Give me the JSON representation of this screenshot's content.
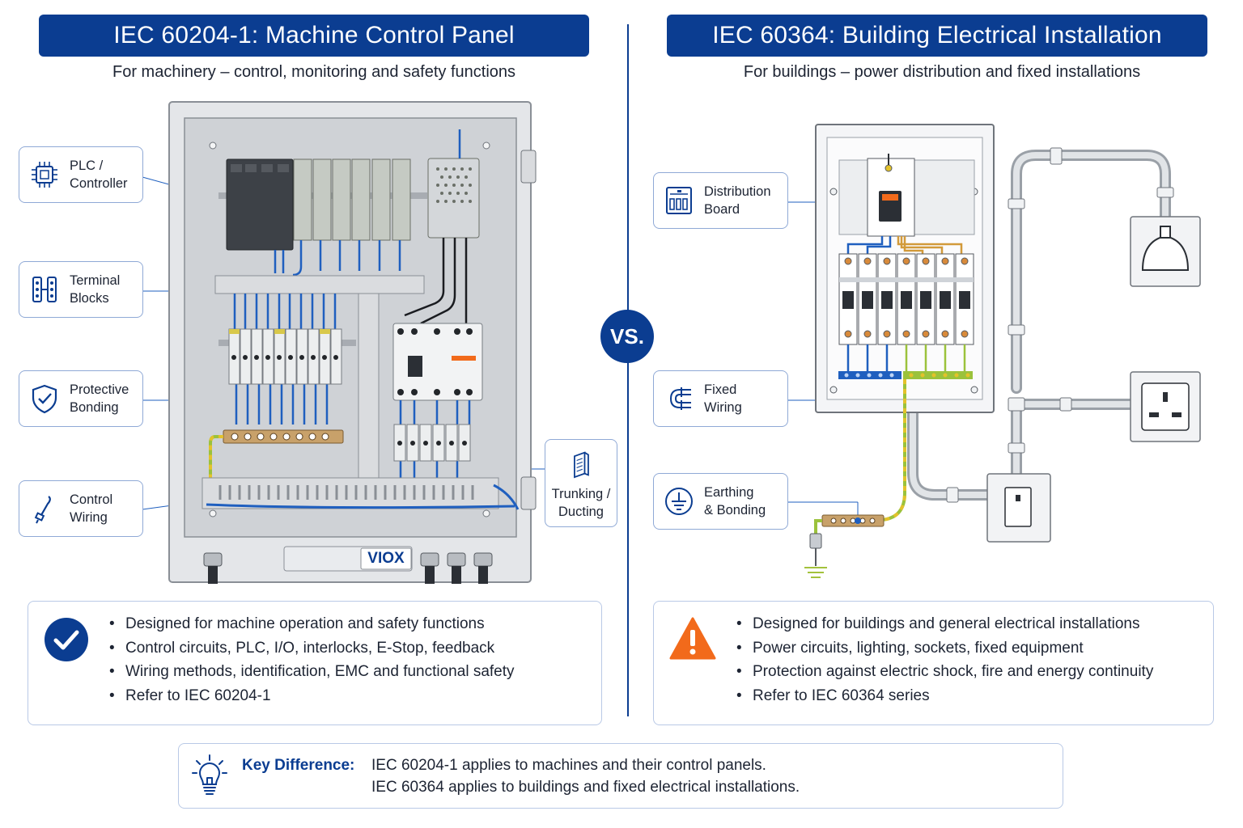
{
  "left": {
    "title": "IEC 60204-1: Machine Control Panel",
    "subtitle": "For machinery – control, monitoring and safety functions",
    "callouts": [
      {
        "line1": "PLC /",
        "line2": "Controller",
        "icon": "chip-icon"
      },
      {
        "line1": "Terminal",
        "line2": "Blocks",
        "icon": "terminal-block-icon"
      },
      {
        "line1": "Protective",
        "line2": "Bonding",
        "icon": "shield-check-icon"
      },
      {
        "line1": "Control",
        "line2": "Wiring",
        "icon": "cable-icon"
      },
      {
        "line1": "Trunking /",
        "line2": "Ducting",
        "icon": "duct-icon"
      }
    ],
    "brand": "VIOX",
    "bullets": [
      "Designed for machine operation and safety functions",
      "Control circuits, PLC, I/O, interlocks, E-Stop, feedback",
      "Wiring methods, identification, EMC and functional safety",
      "Refer to IEC 60204-1"
    ],
    "status_icon": "checkmark-circle-icon"
  },
  "right": {
    "title": "IEC 60364: Building Electrical Installation",
    "subtitle": "For buildings – power distribution and fixed installations",
    "callouts": [
      {
        "line1": "Distribution",
        "line2": "Board",
        "icon": "distribution-board-icon"
      },
      {
        "line1": "Fixed",
        "line2": "Wiring",
        "icon": "conduit-icon"
      },
      {
        "line1": "Earthing",
        "line2": "& Bonding",
        "icon": "earth-icon"
      }
    ],
    "bullets": [
      "Designed for buildings and general electrical installations",
      "Power circuits, lighting, sockets, fixed equipment",
      "Protection against electric shock, fire and energy continuity",
      "Refer to IEC 60364 series"
    ],
    "status_icon": "warning-triangle-icon"
  },
  "vs_label": "VS.",
  "key_difference": {
    "title": "Key Difference:",
    "line1": "IEC 60204-1 applies to machines and their control panels.",
    "line2": "IEC 60364 applies to buildings and fixed electrical installations.",
    "icon": "lightbulb-icon"
  },
  "colors": {
    "brand_blue": "#0b3d91",
    "warning_orange": "#f26a1b",
    "wire_blue": "#1f5fbf",
    "earth_green": "#9bc23c",
    "earth_yellow": "#e3c22b"
  }
}
